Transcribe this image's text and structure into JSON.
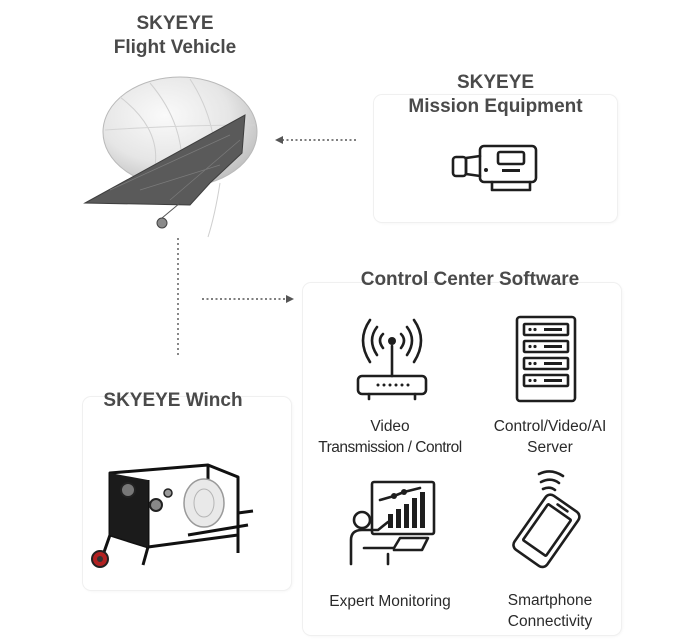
{
  "flight_vehicle": {
    "title_line1": "SKYEYE",
    "title_line2": "Flight Vehicle"
  },
  "mission_equipment": {
    "title_line1": "SKYEYE",
    "title_line2": "Mission Equipment"
  },
  "winch": {
    "title": "SKYEYE Winch"
  },
  "control_center": {
    "title": "Control Center Software",
    "items": [
      {
        "icon": "router-antenna-icon",
        "label_line1": "Video",
        "label_line2": "Transmission / Control"
      },
      {
        "icon": "server-rack-icon",
        "label_line1": "Control/Video/AI",
        "label_line2": "Server"
      },
      {
        "icon": "monitoring-presentation-icon",
        "label_line1": "Expert Monitoring",
        "label_line2": ""
      },
      {
        "icon": "smartphone-signal-icon",
        "label_line1": "Smartphone",
        "label_line2": "Connectivity"
      }
    ]
  },
  "colors": {
    "title": "#4a4a4a",
    "icon_stroke": "#1e1e1e",
    "panel_border": "#f0f0f0",
    "connector": "#555555"
  }
}
